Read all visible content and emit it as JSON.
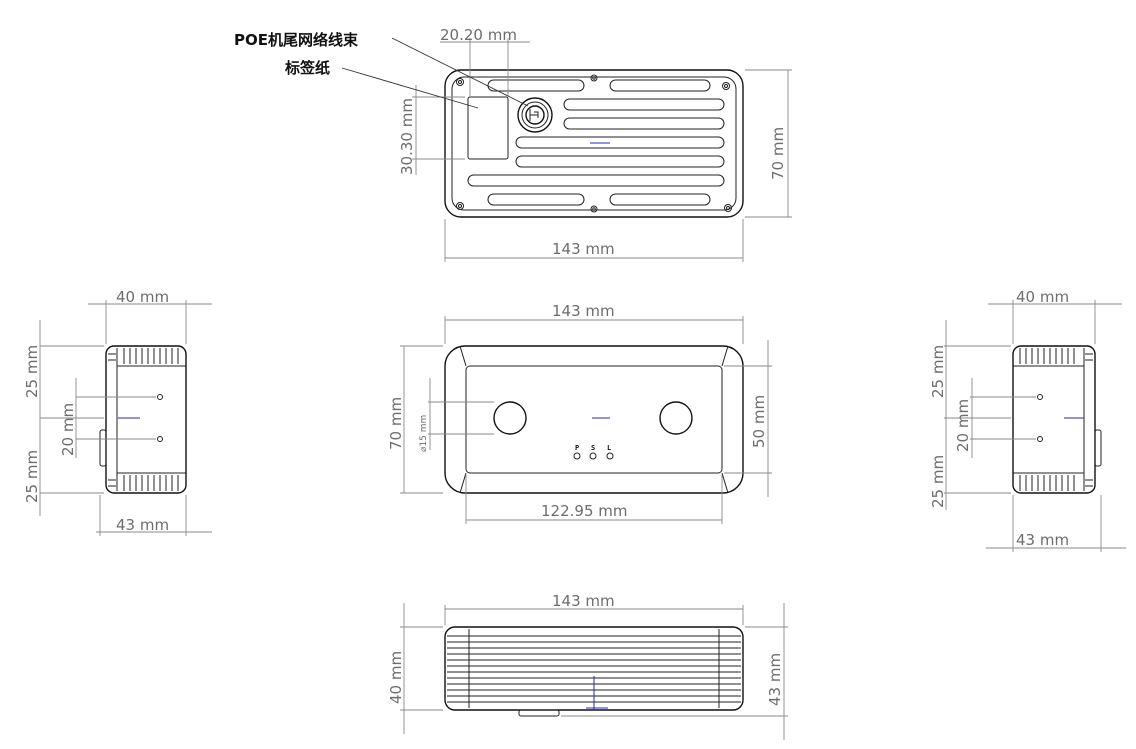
{
  "annotations": {
    "poe_cable": "POE机尾网络线束",
    "label_paper": "标签纸"
  },
  "top_view": {
    "label_width": "20.20 mm",
    "label_height": "30.30 mm",
    "height": "70 mm",
    "length": "143 mm"
  },
  "left_view": {
    "depth_top": "40 mm",
    "depth_bottom": "43 mm",
    "upper": "25 mm",
    "middle": "20 mm",
    "lower": "25 mm"
  },
  "front_view": {
    "length": "143 mm",
    "height": "70 mm",
    "lens_diameter": "⌀15 mm",
    "window_height": "50 mm",
    "window_width": "122.95 mm",
    "led_labels": [
      "P",
      "S",
      "L"
    ]
  },
  "right_view": {
    "depth_top": "40 mm",
    "depth_bottom": "43 mm",
    "upper": "25 mm",
    "middle": "20 mm",
    "lower": "25 mm"
  },
  "bottom_view": {
    "length": "143 mm",
    "height_left": "40 mm",
    "height_right": "43 mm"
  }
}
